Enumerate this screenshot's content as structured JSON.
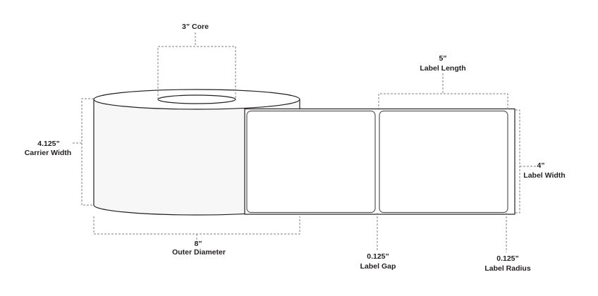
{
  "core": {
    "value": "3” Core"
  },
  "carrier_width": {
    "value": "4.125”",
    "label": "Carrier Width"
  },
  "outer_diameter": {
    "value": "8”",
    "label": "Outer Diameter"
  },
  "label_length": {
    "value": "5”",
    "label": "Label Length"
  },
  "label_width": {
    "value": "4”",
    "label": "Label Width"
  },
  "label_gap": {
    "value": "0.125”",
    "label": "Label Gap"
  },
  "label_radius": {
    "value": "0.125”",
    "label": "Label Radius"
  },
  "colors": {
    "line": "#231f20",
    "roll_fill": "#f7f7f7",
    "dash": "#808080"
  }
}
